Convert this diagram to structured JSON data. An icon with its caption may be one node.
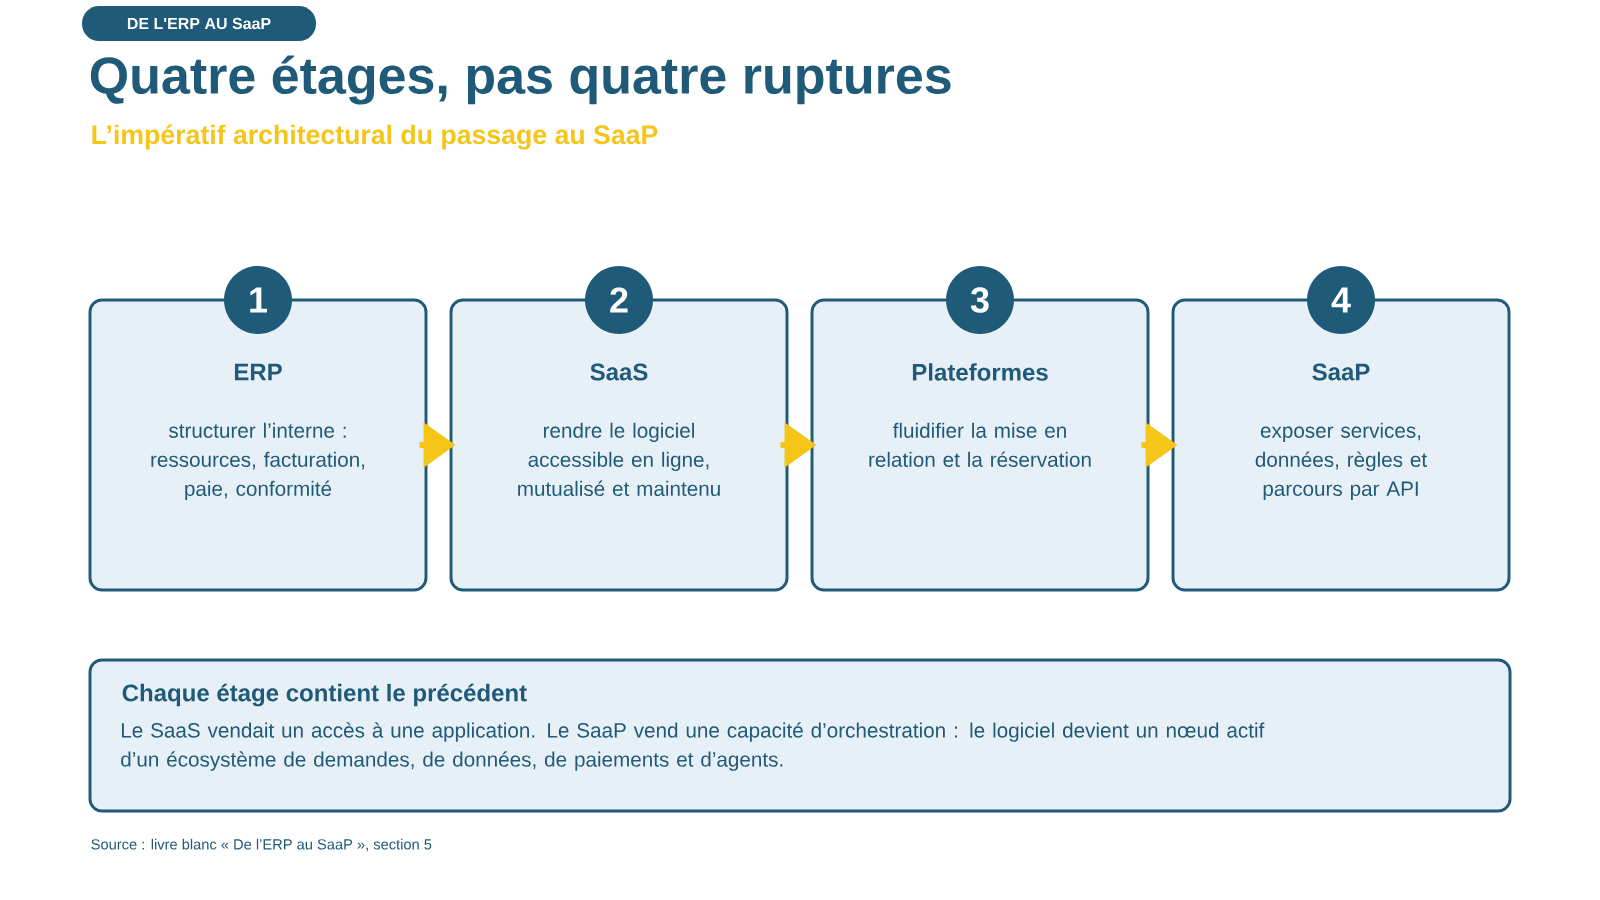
{
  "diagram": {
    "title": "Quatre étages, pas quatre ruptures",
    "nodes": [
      {
        "text": [
          "DE L'ERP AU SaaP"
        ]
      },
      {
        "text": [
          "1",
          "ERP",
          "structurer l’interne : ressources, facturation, paie, conformité"
        ]
      },
      {
        "text": [
          "2",
          "SaaS",
          "rendre le logiciel accessible en ligne, mutualisé et maintenu"
        ]
      },
      {
        "text": [
          "3",
          "Plateformes",
          "fluidifier la mise en relation et la réservation"
        ]
      },
      {
        "text": [
          "4",
          "SaaP",
          "exposer services, données, règles et parcours par API"
        ]
      },
      {
        "text": [
          "Chaque étage contient le précédent",
          "Le SaaS vendait un accès à une application. Le SaaP vend une capacité d’orchestration : le logiciel devient un nœud actif d’un écosystème de demandes, de données, de paiements et d’agents."
        ]
      }
    ],
    "edges": [
      {
        "from": 1,
        "to": 2,
        "arrow": "to"
      },
      {
        "from": 2,
        "to": 3,
        "arrow": "to"
      },
      {
        "from": 3,
        "to": 4,
        "arrow": "to"
      }
    ],
    "labels": [
      "L’impératif architectural du passage au SaaP",
      "Source : livre blanc « De l’ERP au SaaP », section 5"
    ]
  }
}
